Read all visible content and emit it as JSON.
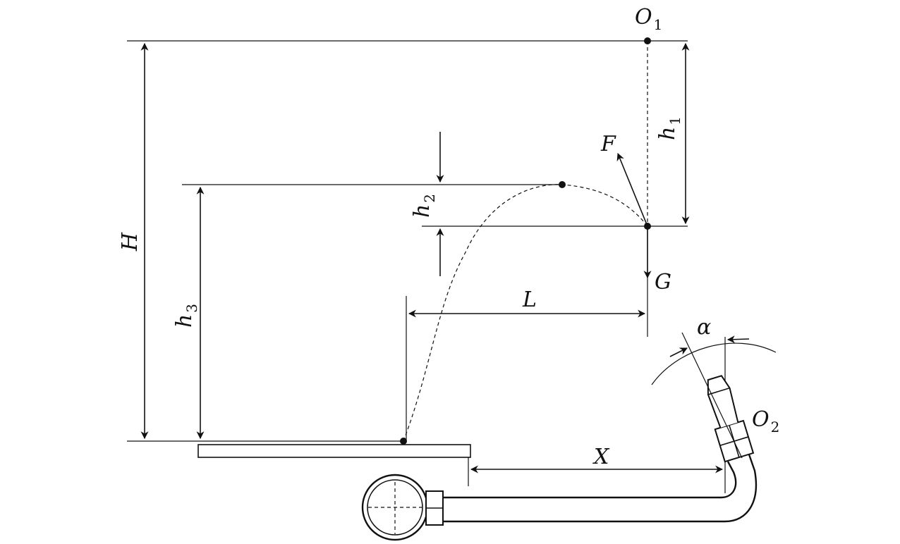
{
  "labels": {
    "O1": {
      "main": "O",
      "sub": "1"
    },
    "O2": {
      "main": "O",
      "sub": "2"
    },
    "h1": {
      "main": "h",
      "sub": "1"
    },
    "h2": {
      "main": "h",
      "sub": "2"
    },
    "h3": {
      "main": "h",
      "sub": "3"
    },
    "H": "H",
    "F": "F",
    "G": "G",
    "L": "L",
    "X": "X",
    "alpha": "α"
  }
}
